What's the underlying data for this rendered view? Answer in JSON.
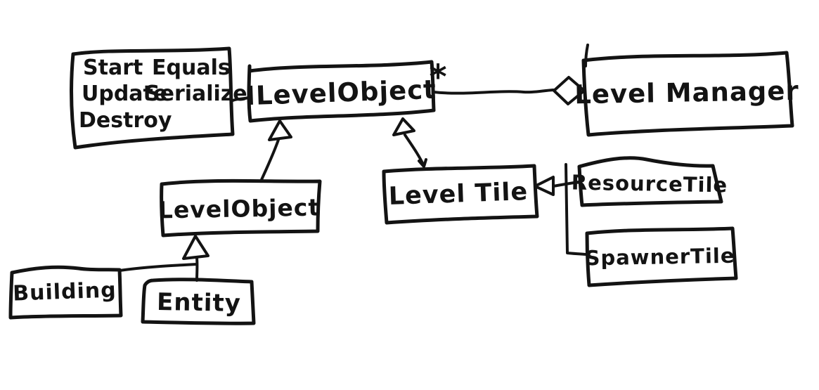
{
  "diagram": {
    "kind": "hand-drawn UML class diagram",
    "ink_color": "#131313",
    "background_color": "#ffffff",
    "note_box": {
      "column1": [
        "Start",
        "Update",
        "Destroy"
      ],
      "column2": [
        "Equals",
        "Serialize"
      ]
    },
    "classes": {
      "ilevelobject": "ILevelObject",
      "levelmanager": "Level Manager",
      "levelobject": "LevelObject",
      "leveltile": "Level Tile",
      "resourcetile": "ResourceTile",
      "spawnertile": "SpawnerTile",
      "building": "Building",
      "entity": "Entity"
    },
    "multiplicity_star": "*",
    "relationships": [
      {
        "from": "ILevelObject",
        "to": "Level Manager",
        "type": "aggregation",
        "multiplicity": "*"
      },
      {
        "from": "LevelObject",
        "to": "ILevelObject",
        "type": "inheritance"
      },
      {
        "from": "Level Tile",
        "to": "ILevelObject",
        "type": "inheritance"
      },
      {
        "from": "ResourceTile",
        "to": "Level Tile",
        "type": "inheritance"
      },
      {
        "from": "SpawnerTile",
        "to": "Level Tile",
        "type": "inheritance"
      },
      {
        "from": "Building",
        "to": "LevelObject",
        "type": "inheritance"
      },
      {
        "from": "Entity",
        "to": "LevelObject",
        "type": "inheritance"
      },
      {
        "from": "methods-note",
        "to": "ILevelObject",
        "type": "link"
      }
    ]
  }
}
